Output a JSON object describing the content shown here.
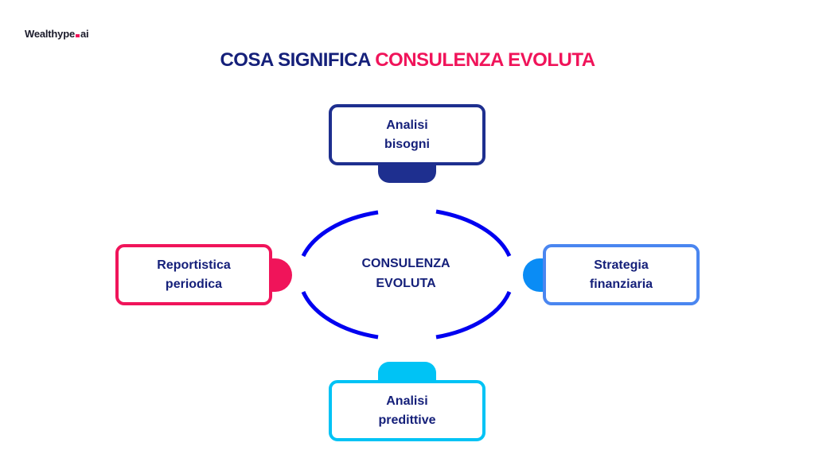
{
  "logo": {
    "text_before": "Wealthype",
    "text_after": "ai"
  },
  "title": {
    "part1": "COSA SIGNIFICA",
    "part2": "CONSULENZA EVOLUTA"
  },
  "center": {
    "line1": "CONSULENZA",
    "line2": "EVOLUTA"
  },
  "nodes": {
    "top": {
      "line1": "Analisi",
      "line2": "bisogni"
    },
    "left": {
      "line1": "Reportistica",
      "line2": "periodica"
    },
    "right": {
      "line1": "Strategia",
      "line2": "finanziaria"
    },
    "bottom": {
      "line1": "Analisi",
      "line2": "predittive"
    }
  },
  "colors": {
    "navy": "#15207a",
    "pink": "#f0145a",
    "blue": "#0000f0",
    "lightblue": "#4a86f0",
    "cyan": "#00c3f5"
  }
}
